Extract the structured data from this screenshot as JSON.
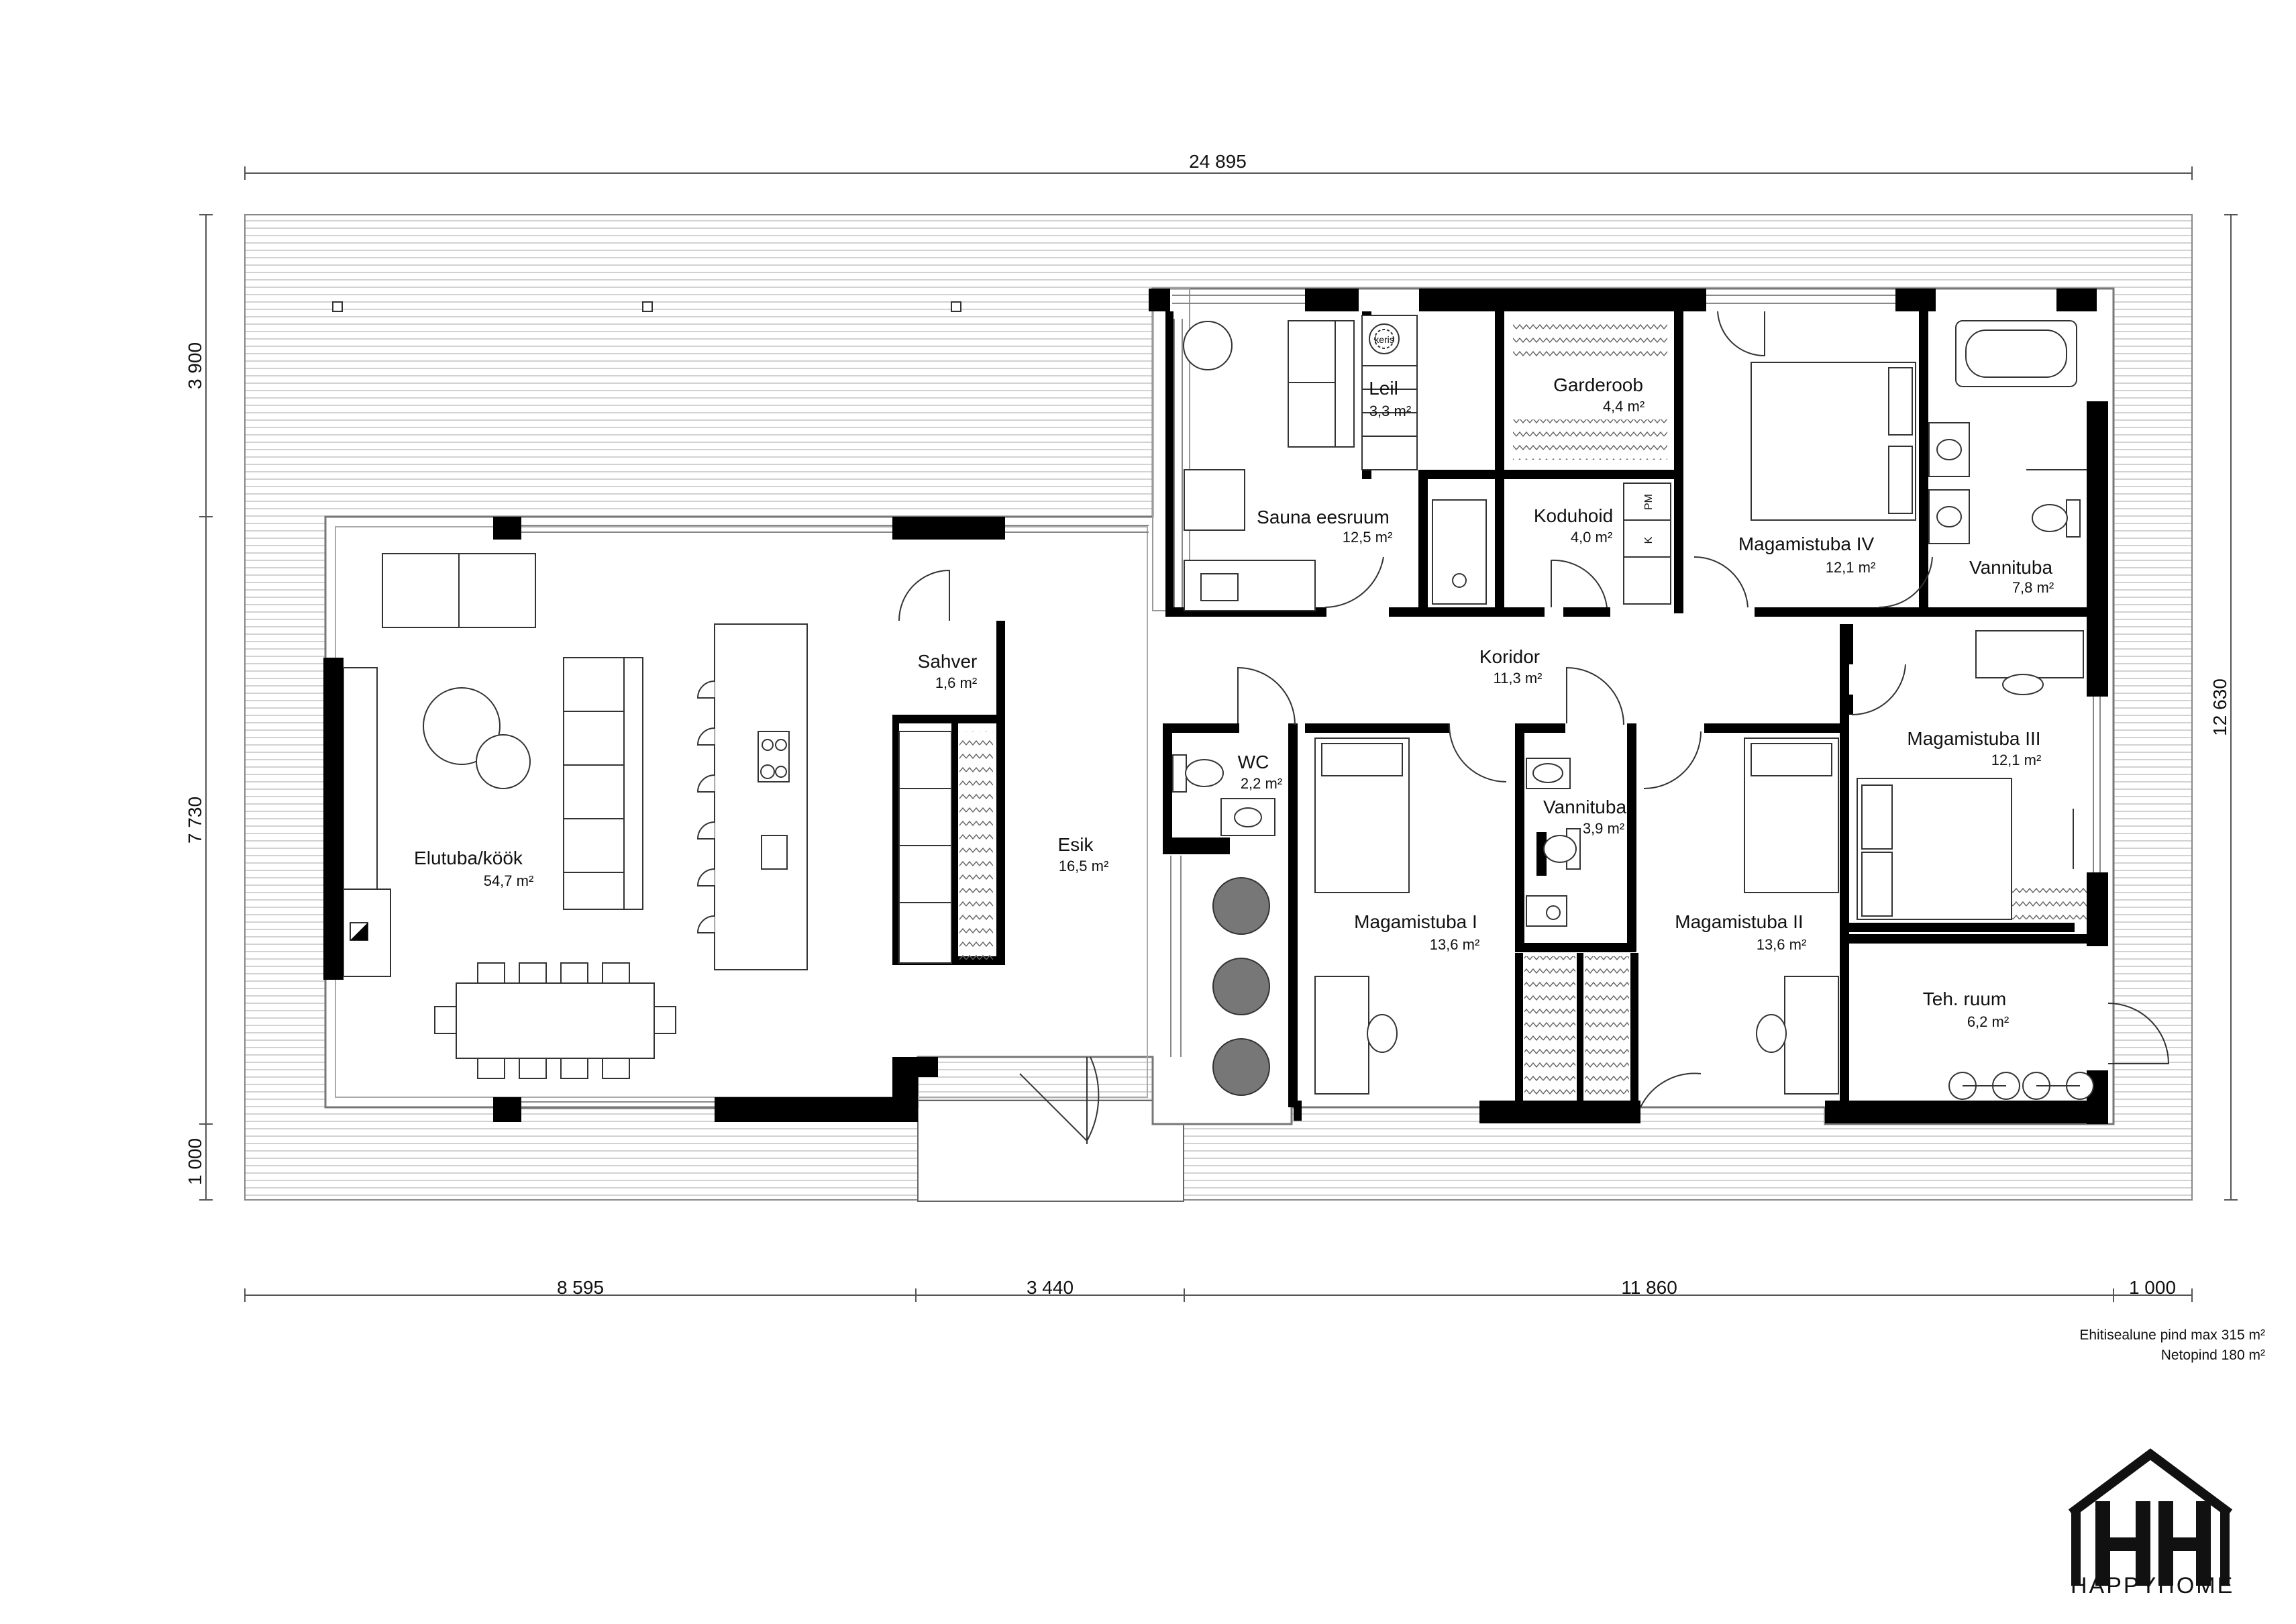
{
  "dimensions": {
    "total_width": "24 895",
    "total_height": "12 630",
    "left_top": "3 900",
    "left_mid": "7 730",
    "left_bottom": "1 000",
    "bottom_1": "8 595",
    "bottom_2": "3 440",
    "bottom_3": "11 860",
    "bottom_4": "1 000"
  },
  "rooms": {
    "elutuba": {
      "name": "Elutuba/köök",
      "area": "54,7 m²"
    },
    "sahver": {
      "name": "Sahver",
      "area": "1,6 m²"
    },
    "esik": {
      "name": "Esik",
      "area": "16,5 m²"
    },
    "sauna_eesruum": {
      "name": "Sauna eesruum",
      "area": "12,5 m²"
    },
    "leil": {
      "name": "Leil",
      "area": "3,3 m²"
    },
    "garderoob": {
      "name": "Garderoob",
      "area": "4,4 m²"
    },
    "koduhoid": {
      "name": "Koduhoid",
      "area": "4,0 m²"
    },
    "magamistuba_iv": {
      "name": "Magamistuba IV",
      "area": "12,1 m²"
    },
    "vannituba_1": {
      "name": "Vannituba",
      "area": "7,8 m²"
    },
    "koridor": {
      "name": "Koridor",
      "area": "11,3 m²"
    },
    "wc": {
      "name": "WC",
      "area": "2,2 m²"
    },
    "vannituba_2": {
      "name": "Vannituba",
      "area": "3,9 m²"
    },
    "magamistuba_iii": {
      "name": "Magamistuba III",
      "area": "12,1 m²"
    },
    "magamistuba_i": {
      "name": "Magamistuba I",
      "area": "13,6 m²"
    },
    "magamistuba_ii": {
      "name": "Magamistuba II",
      "area": "13,6 m²"
    },
    "teh_ruum": {
      "name": "Teh. ruum",
      "area": "6,2 m²"
    }
  },
  "fixtures": {
    "keris": "keris",
    "pm": "PM",
    "k": "K"
  },
  "notes": {
    "building_area": "Ehitisealune pind max 315 m²",
    "net_area": "Netopind 180 m²"
  },
  "brand": {
    "name": "HAPPYHOME"
  }
}
